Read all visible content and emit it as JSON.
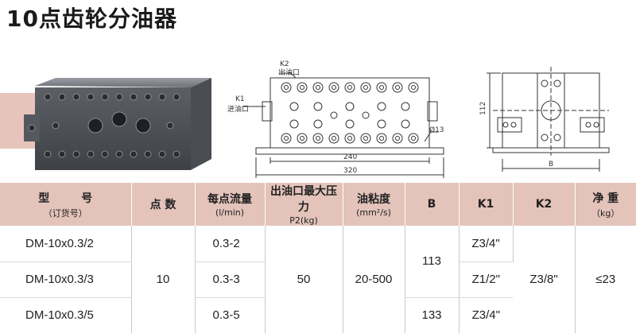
{
  "title": "10点齿轮分油器",
  "drawing": {
    "k2_label": "K2",
    "k2_desc": "出油口",
    "k1_label": "K1",
    "k1_desc": "进油口",
    "dim_240": "240",
    "dim_320": "320",
    "dim_hole": "Ø13",
    "dim_112": "112",
    "dim_B": "B"
  },
  "table": {
    "headers": [
      {
        "main": "型号",
        "sub": "（订货号）"
      },
      {
        "main": "点 数",
        "sub": ""
      },
      {
        "main": "每点流量",
        "sub": "(l/min)"
      },
      {
        "main": "出油口最大压力",
        "sub": "P2(kg)"
      },
      {
        "main": "油粘度",
        "sub": "(mm²/s)"
      },
      {
        "main": "B",
        "sub": ""
      },
      {
        "main": "K1",
        "sub": ""
      },
      {
        "main": "K2",
        "sub": ""
      },
      {
        "main": "净 重",
        "sub": "（kg）"
      }
    ],
    "rows": [
      {
        "model": "DM-10x0.3/2",
        "flow": "0.3-2",
        "k1": "Z3/4\""
      },
      {
        "model": "DM-10x0.3/3",
        "flow": "0.3-3",
        "k1": "Z1/2\""
      },
      {
        "model": "DM-10x0.3/5",
        "flow": "0.3-5",
        "k1": "Z3/4\""
      }
    ],
    "points": "10",
    "pressure": "50",
    "viscosity": "20-500",
    "b_values": [
      "113",
      "133"
    ],
    "k2": "Z3/8\"",
    "weight": "≤23"
  }
}
